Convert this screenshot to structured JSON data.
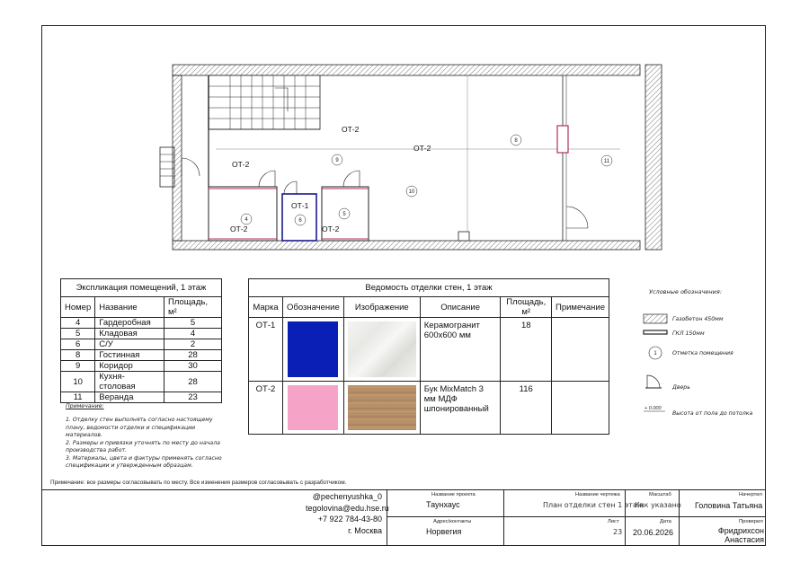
{
  "plan": {
    "wall_tags": [
      "ОТ-2",
      "ОТ-2",
      "ОТ-2",
      "ОТ-1",
      "ОТ-2",
      "ОТ-2"
    ],
    "room_markers": [
      "9",
      "8",
      "11",
      "10",
      "4",
      "6",
      "5"
    ]
  },
  "explication": {
    "title": "Экспликация помещений, 1 этаж",
    "headers": [
      "Номер",
      "Название",
      "Площадь, м²"
    ],
    "rows": [
      {
        "num": "4",
        "name": "Гардеробная",
        "area": "5"
      },
      {
        "num": "5",
        "name": "Кладовая",
        "area": "4"
      },
      {
        "num": "6",
        "name": "С/У",
        "area": "2"
      },
      {
        "num": "8",
        "name": "Гостинная",
        "area": "28"
      },
      {
        "num": "9",
        "name": "Коридор",
        "area": "30"
      },
      {
        "num": "10",
        "name": "Кухня-столовая",
        "area": "28"
      },
      {
        "num": "11",
        "name": "Веранда",
        "area": "23"
      }
    ]
  },
  "finishes": {
    "title": "Ведомость отделки стен, 1 этаж",
    "headers": [
      "Марка",
      "Обозначение",
      "Изображение",
      "Описание",
      "Площадь, м²",
      "Примечание"
    ],
    "rows": [
      {
        "mark": "ОТ-1",
        "swatch": "#0a1fb5",
        "description": "Керамогранит 600х600 мм",
        "area": "18",
        "note": ""
      },
      {
        "mark": "ОТ-2",
        "swatch": "#f5a3c7",
        "description": "Бук MixMatch 3 мм МДФ шпонированный",
        "area": "116",
        "note": ""
      }
    ]
  },
  "legend": {
    "title": "Условные обозначения:",
    "items": [
      "Газобетон 450мм",
      "ГКЛ 150мм",
      "Отметка помещения",
      "Дверь",
      "Высота от пола до потолка"
    ],
    "room_sample": "1",
    "level_sample": "+ 0.000"
  },
  "notes": {
    "title": "Примечание:",
    "lines": [
      "1. Отделку стен выполнять согласно настоящему",
      "плану, ведомости отделки и спецификации",
      "материалов.",
      "2. Размеры и привязки уточнять по месту до начала",
      "производства работ.",
      "3. Материалы, цвета и фактуры применять согласно",
      "спецификации и утвержденным образцам."
    ]
  },
  "footer_note": "Примечание: все размеры согласовывать по месту. Все изменения размеров согласовывать с разработчиком.",
  "title_block": {
    "contacts": [
      "@pechenyushka_0",
      "tegolovina@edu.hse.ru",
      "+7 922 784-43-80",
      "г. Москва"
    ],
    "project_label": "Название проекта",
    "project": "Таунхаус",
    "address_label": "Адрес/контакты",
    "address": "Норвегия",
    "drawing_label": "Название чертежа",
    "drawing": "План отделки стен 1 этаж",
    "sheet_label": "Лист",
    "sheet": "23",
    "scale_label": "Масштаб",
    "scale": "Как указано",
    "date_label": "Дата",
    "date": "20.06.2026",
    "drawn_label": "Начертил",
    "drawn": "Головина Татьяна",
    "checked_label": "Проверил",
    "checked": [
      "Фридрихсон",
      "Анастасия"
    ]
  }
}
